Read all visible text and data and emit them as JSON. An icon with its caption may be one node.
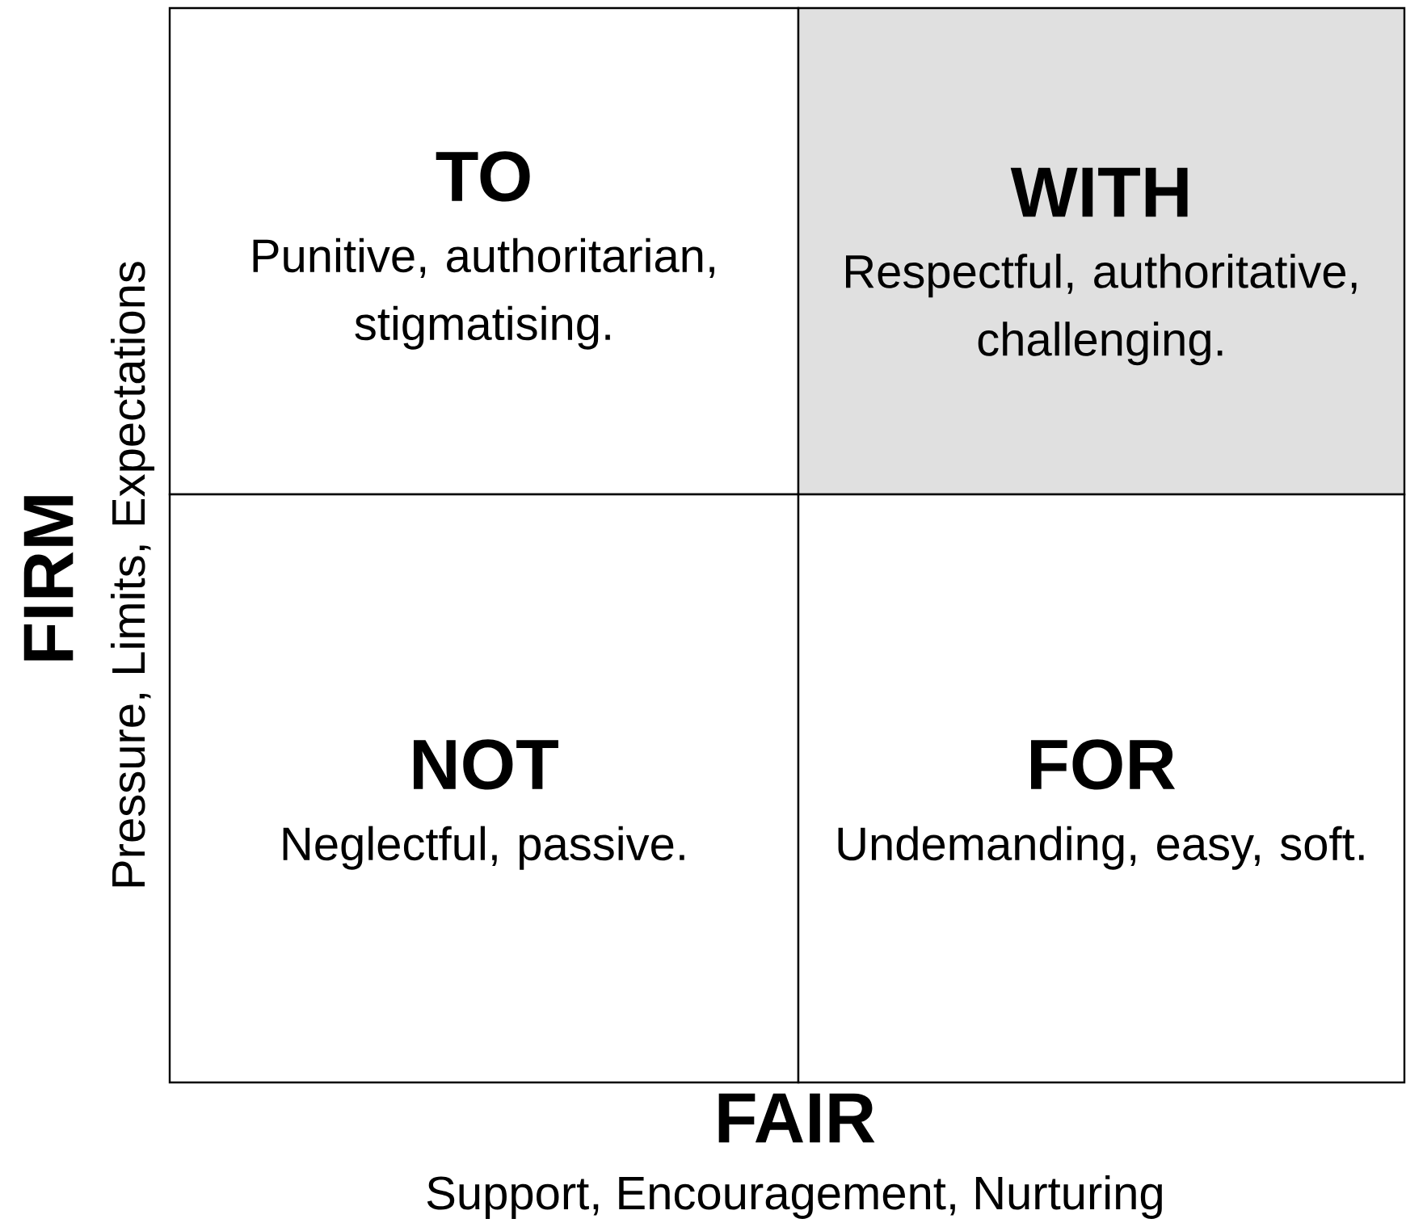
{
  "diagram": {
    "nodes": [
      {
        "text": [
          "TO",
          "Punitive, authoritarian, stigmatising."
        ]
      },
      {
        "text": [
          "WITH",
          "Respectful, authoritative, challenging."
        ]
      },
      {
        "text": [
          "NOT",
          "Neglectful, passive."
        ]
      },
      {
        "text": [
          "FOR",
          "Undemanding, easy, soft."
        ]
      }
    ],
    "labels": [
      "FIRM",
      "Pressure, Limits, Expectations",
      "FAIR",
      "Support, Encouragement, Nurturing"
    ]
  }
}
